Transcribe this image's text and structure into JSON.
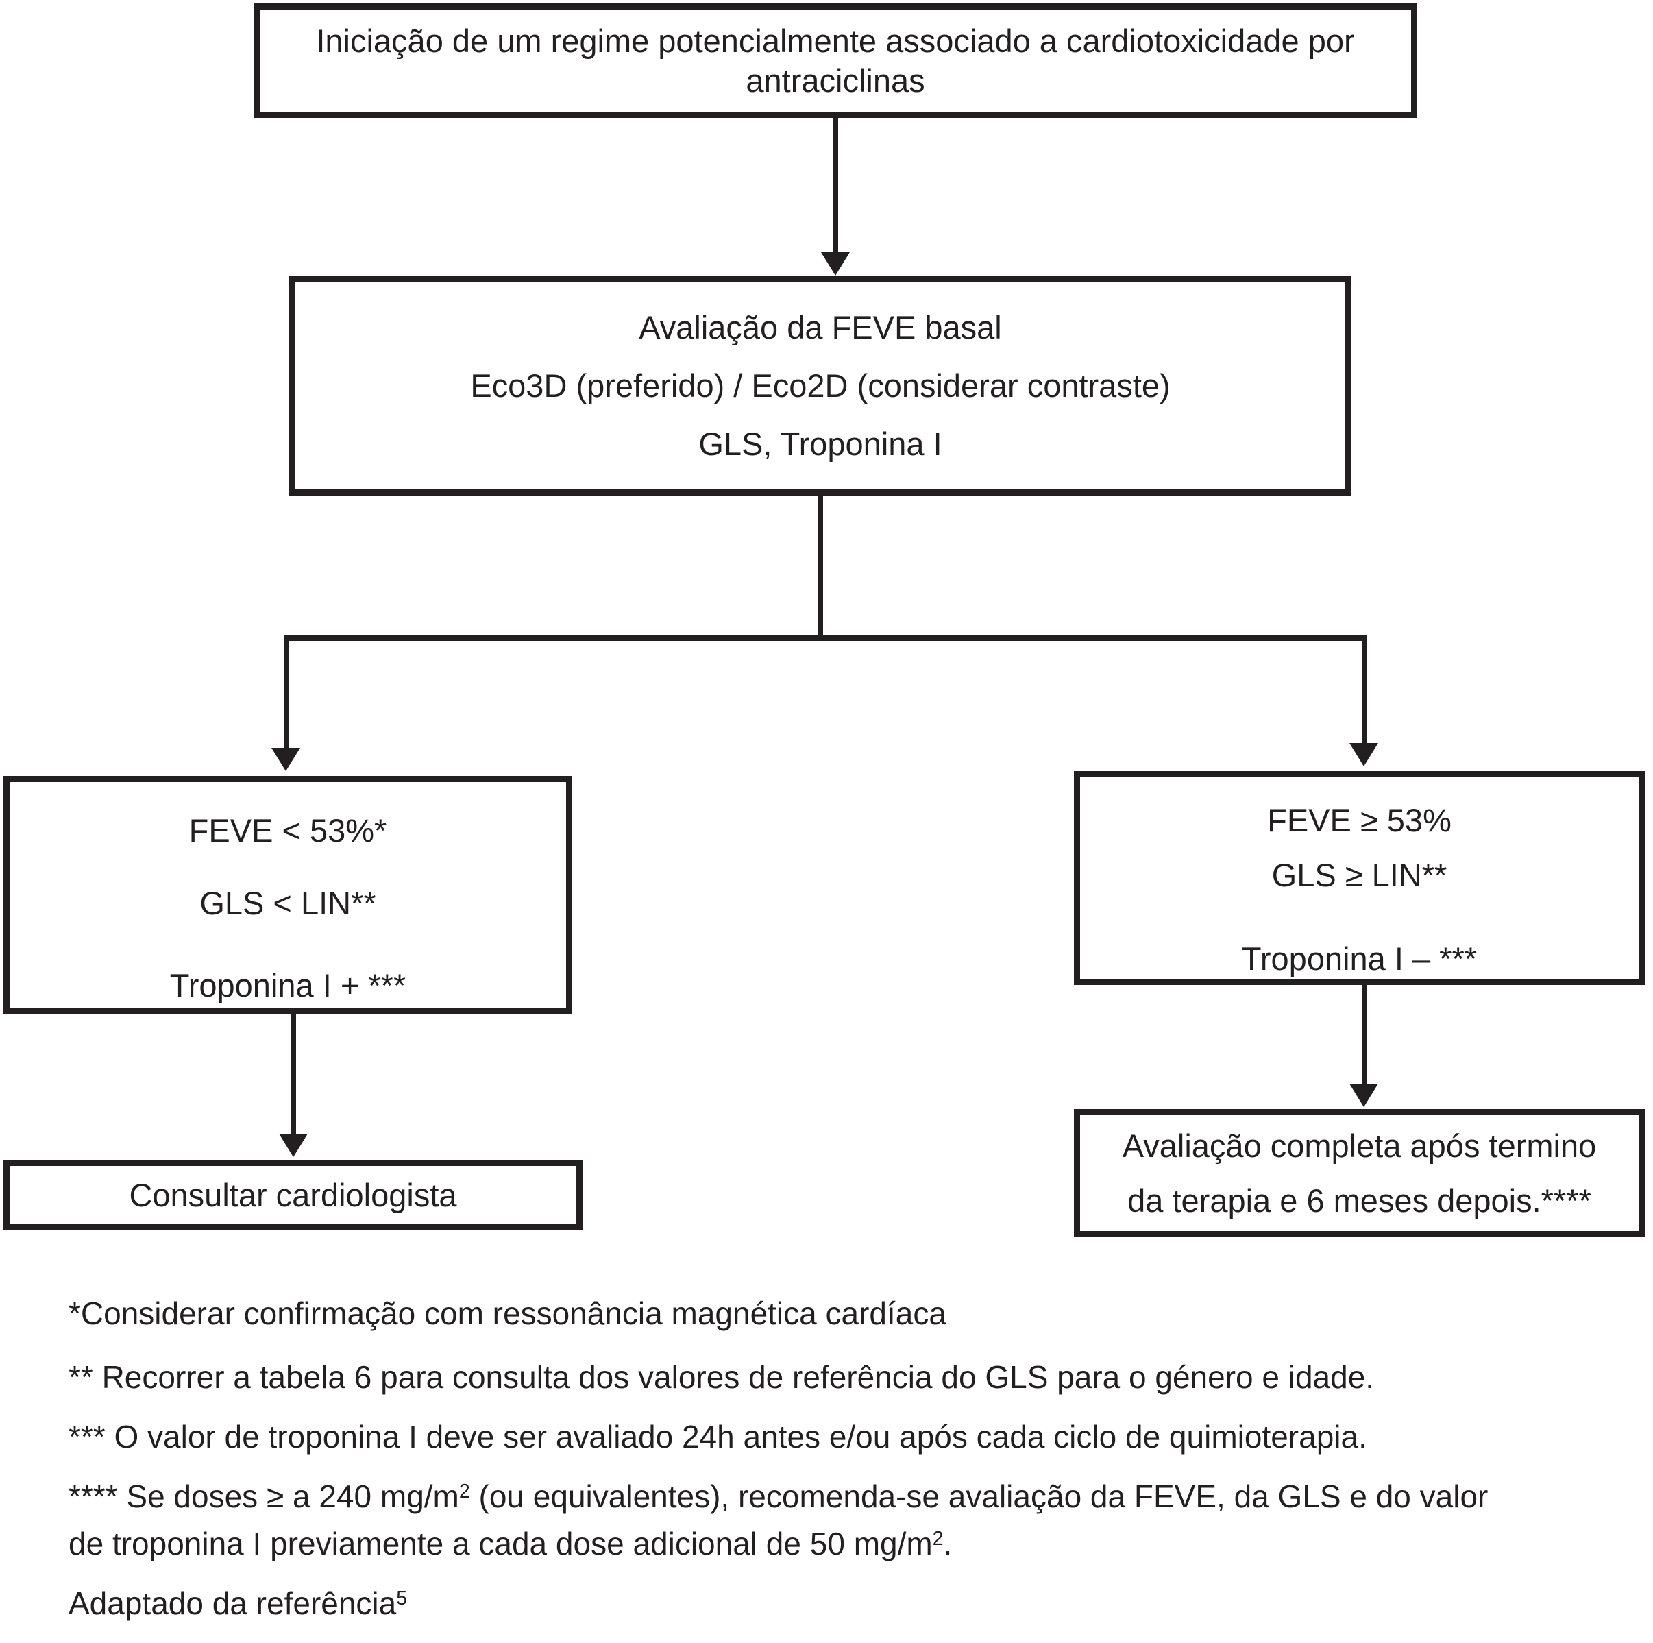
{
  "diagram": {
    "boxes": {
      "start": {
        "line1": "Iniciação de um regime potencialmente associado a cardiotoxicidade por",
        "line2": "antraciclinas"
      },
      "baseline": {
        "line1": "Avaliação da FEVE basal",
        "line2": "Eco3D (preferido) / Eco2D (considerar contraste)",
        "line3": "GLS, Troponina I"
      },
      "abnormal": {
        "line1": "FEVE < 53%*",
        "line2": "GLS < LIN**",
        "line3": "Troponina I + ***"
      },
      "normal": {
        "line1": "FEVE ≥ 53%",
        "line2": "GLS ≥ LIN**",
        "line3": "Troponina I – ***"
      },
      "consult": {
        "line1": "Consultar cardiologista"
      },
      "complete": {
        "line1": "Avaliação completa após termino",
        "line2": "da terapia e 6 meses depois.****"
      }
    },
    "footnotes": {
      "fn1": "*Considerar confirmação com ressonância magnética cardíaca",
      "fn2": "** Recorrer a tabela 6 para consulta dos valores de referência do GLS para o género e idade.",
      "fn3": "*** O valor de troponina I deve ser avaliado 24h antes e/ou após cada ciclo de quimioterapia.",
      "fn4": {
        "part1": "**** Se doses ≥ a 240 mg/m",
        "sup1": "2",
        "part2": " (ou equivalentes), recomenda-se avaliação da FEVE, da GLS e do valor",
        "part3": "de troponina I previamente a cada dose adicional de 50 mg/m",
        "sup2": "2",
        "part4": "."
      },
      "credit": {
        "text": "Adaptado da referência",
        "sup": "5"
      }
    },
    "colors": {
      "ink": "#231f20",
      "background": "#ffffff"
    }
  }
}
